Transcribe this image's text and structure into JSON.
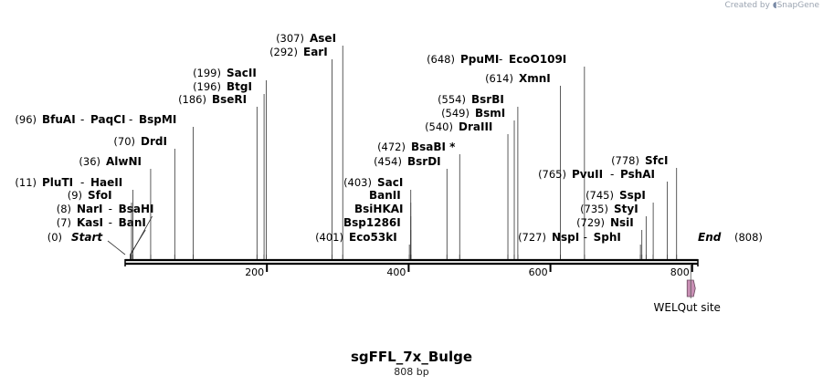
{
  "credit": {
    "text": "Created by",
    "brand": "SnapGene"
  },
  "construct": {
    "name": "sgFFL_7x_Bulge",
    "length_label": "808 bp",
    "length_bp": 808
  },
  "ruler": {
    "ticks": [
      "200",
      "400",
      "600",
      "800"
    ],
    "tick_values": [
      200,
      400,
      600,
      800
    ]
  },
  "ends": {
    "start_label": "Start",
    "start_pos": "(0)",
    "end_label": "End",
    "end_pos": "(808)"
  },
  "features": [
    {
      "name": "WELQut site",
      "start": 798,
      "color": "#c98fb5"
    }
  ],
  "sites": [
    {
      "pos": "(7)",
      "names": [
        "KasI",
        "BanI"
      ],
      "loc": 7
    },
    {
      "pos": "(8)",
      "names": [
        "NarI",
        "BsaHI"
      ],
      "loc": 8
    },
    {
      "pos": "(9)",
      "names": [
        "SfoI"
      ],
      "loc": 9
    },
    {
      "pos": "(11)",
      "names": [
        "PluTI",
        "HaeII"
      ],
      "loc": 11
    },
    {
      "pos": "(36)",
      "names": [
        "AlwNI"
      ],
      "loc": 36
    },
    {
      "pos": "(70)",
      "names": [
        "DrdI"
      ],
      "loc": 70
    },
    {
      "pos": "(96)",
      "names": [
        "BfuAI",
        "PaqCI",
        "BspMI"
      ],
      "loc": 96
    },
    {
      "pos": "(186)",
      "names": [
        "BseRI"
      ],
      "loc": 186
    },
    {
      "pos": "(196)",
      "names": [
        "BtgI"
      ],
      "loc": 196
    },
    {
      "pos": "(199)",
      "names": [
        "SacII"
      ],
      "loc": 199
    },
    {
      "pos": "(292)",
      "names": [
        "EarI"
      ],
      "loc": 292
    },
    {
      "pos": "(307)",
      "names": [
        "AseI"
      ],
      "loc": 307
    },
    {
      "pos": "(401)",
      "names": [
        "Eco53kI"
      ],
      "loc": 401
    },
    {
      "pos": "",
      "names": [
        "Bsp1286I"
      ],
      "loc": 403
    },
    {
      "pos": "",
      "names": [
        "BsiHKAI"
      ],
      "loc": 403
    },
    {
      "pos": "",
      "names": [
        "BanII"
      ],
      "loc": 403
    },
    {
      "pos": "(403)",
      "names": [
        "SacI"
      ],
      "loc": 403
    },
    {
      "pos": "(454)",
      "names": [
        "BsrDI"
      ],
      "loc": 454
    },
    {
      "pos": "(472)",
      "names": [
        "BsaBI *"
      ],
      "loc": 472
    },
    {
      "pos": "(540)",
      "names": [
        "DraIII"
      ],
      "loc": 540
    },
    {
      "pos": "(549)",
      "names": [
        "BsmI"
      ],
      "loc": 549
    },
    {
      "pos": "(554)",
      "names": [
        "BsrBI"
      ],
      "loc": 554
    },
    {
      "pos": "(614)",
      "names": [
        "XmnI"
      ],
      "loc": 614
    },
    {
      "pos": "(648)",
      "names": [
        "PpuMI",
        "EcoO109I"
      ],
      "loc": 648
    },
    {
      "pos": "(727)",
      "names": [
        "NspI",
        "SphI"
      ],
      "loc": 727
    },
    {
      "pos": "(729)",
      "names": [
        "NsiI"
      ],
      "loc": 729
    },
    {
      "pos": "(735)",
      "names": [
        "StyI"
      ],
      "loc": 735
    },
    {
      "pos": "(745)",
      "names": [
        "SspI"
      ],
      "loc": 745
    },
    {
      "pos": "(765)",
      "names": [
        "PvuII",
        "PshAI"
      ],
      "loc": 765
    },
    {
      "pos": "(778)",
      "names": [
        "SfcI"
      ],
      "loc": 778
    }
  ]
}
